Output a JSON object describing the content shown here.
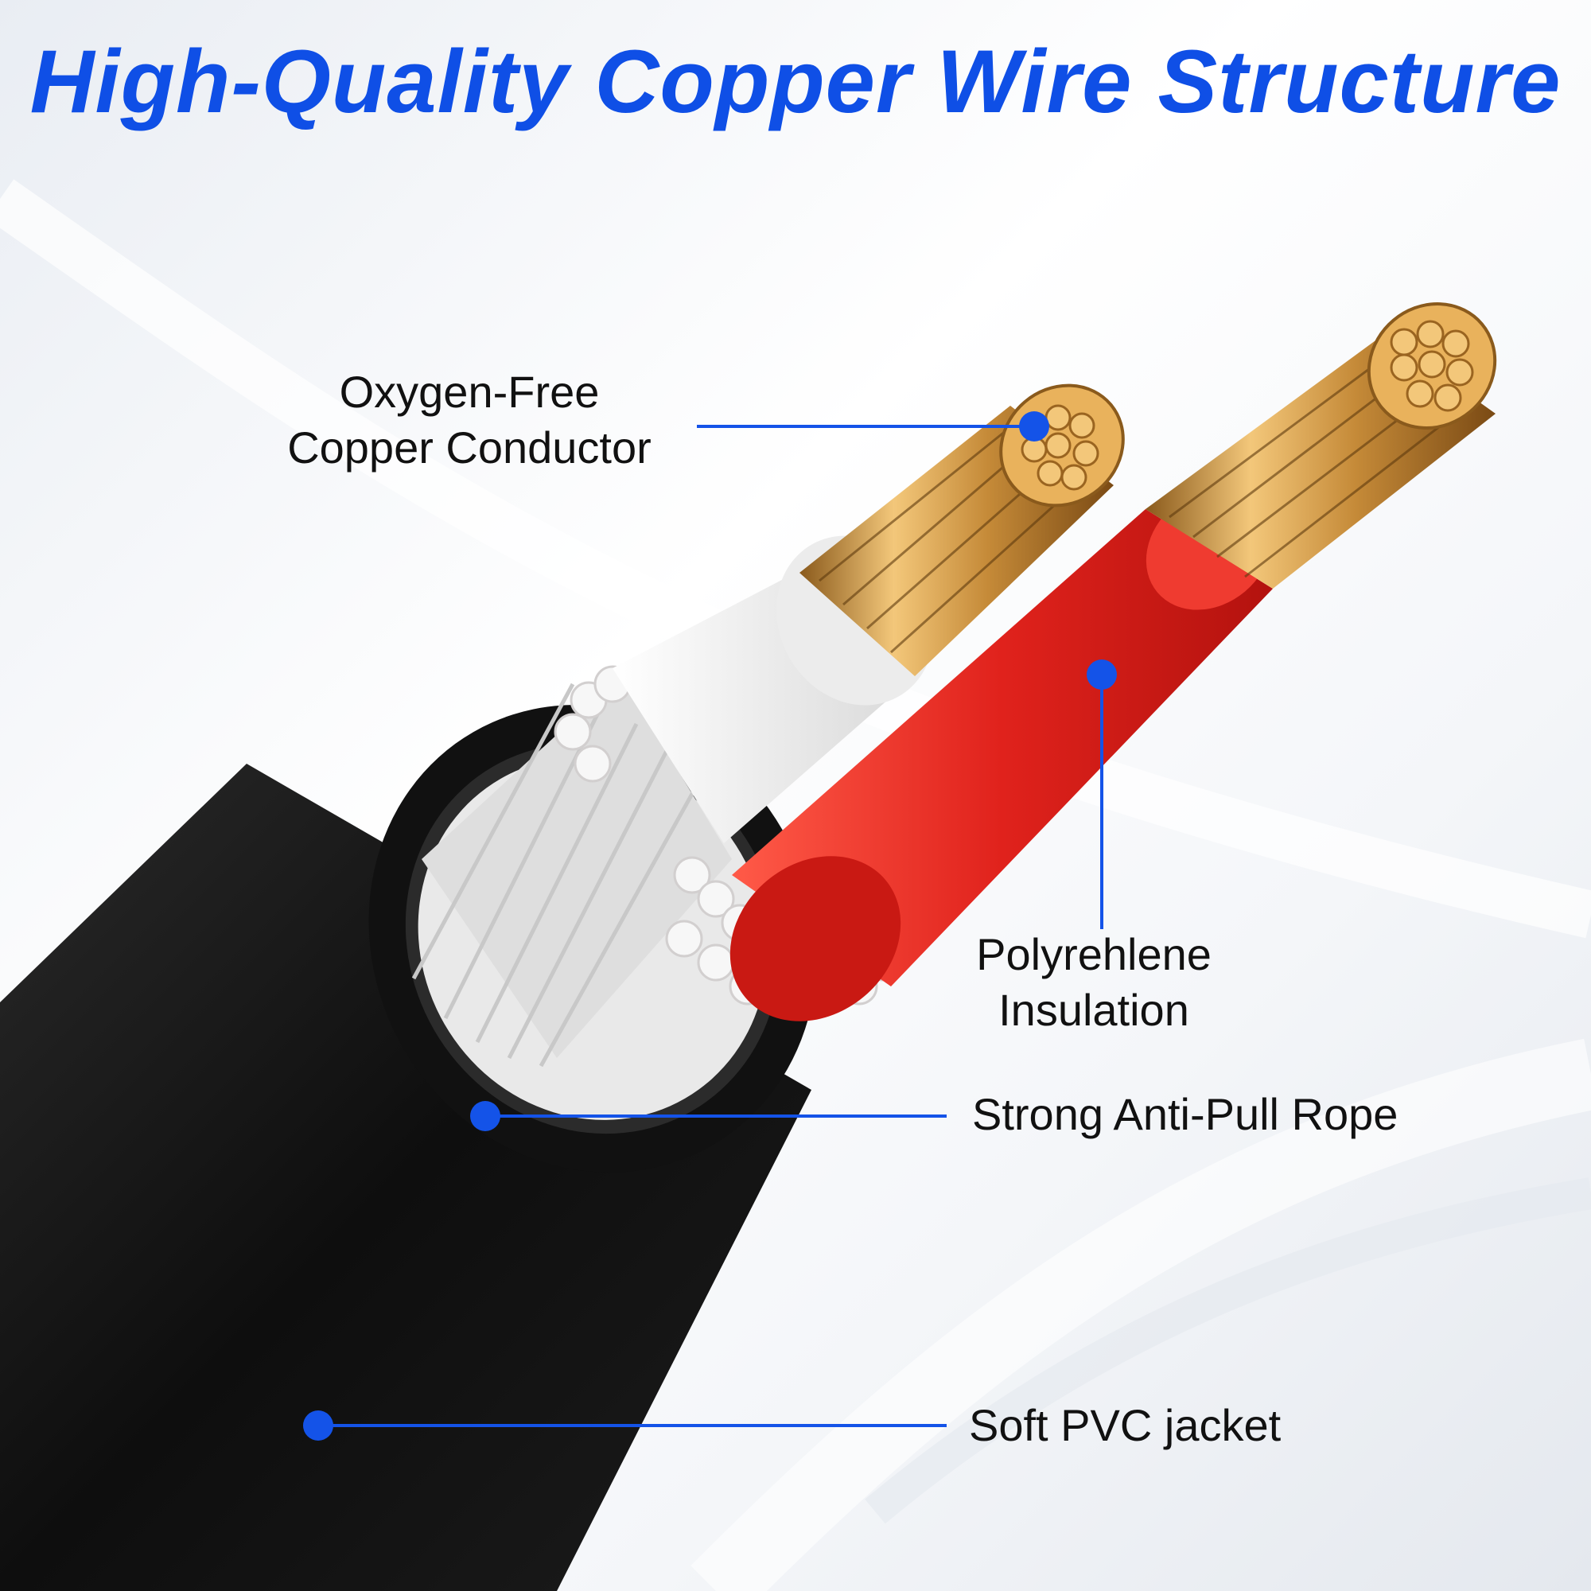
{
  "title": "High-Quality Copper Wire Structure",
  "labels": {
    "conductor_line1": "Oxygen-Free",
    "conductor_line2": "Copper Conductor",
    "insulation_line1": "Polyrehlene",
    "insulation_line2": "Insulation",
    "rope": "Strong Anti-Pull Rope",
    "jacket": "Soft PVC jacket"
  },
  "colors": {
    "title": "#0f4fe6",
    "callout": "#1453e8",
    "jacket": "#0d0d0d",
    "red_insulation": "#e0221c",
    "white_insulation": "#f2f2f2",
    "copper": "#d8a24a"
  }
}
